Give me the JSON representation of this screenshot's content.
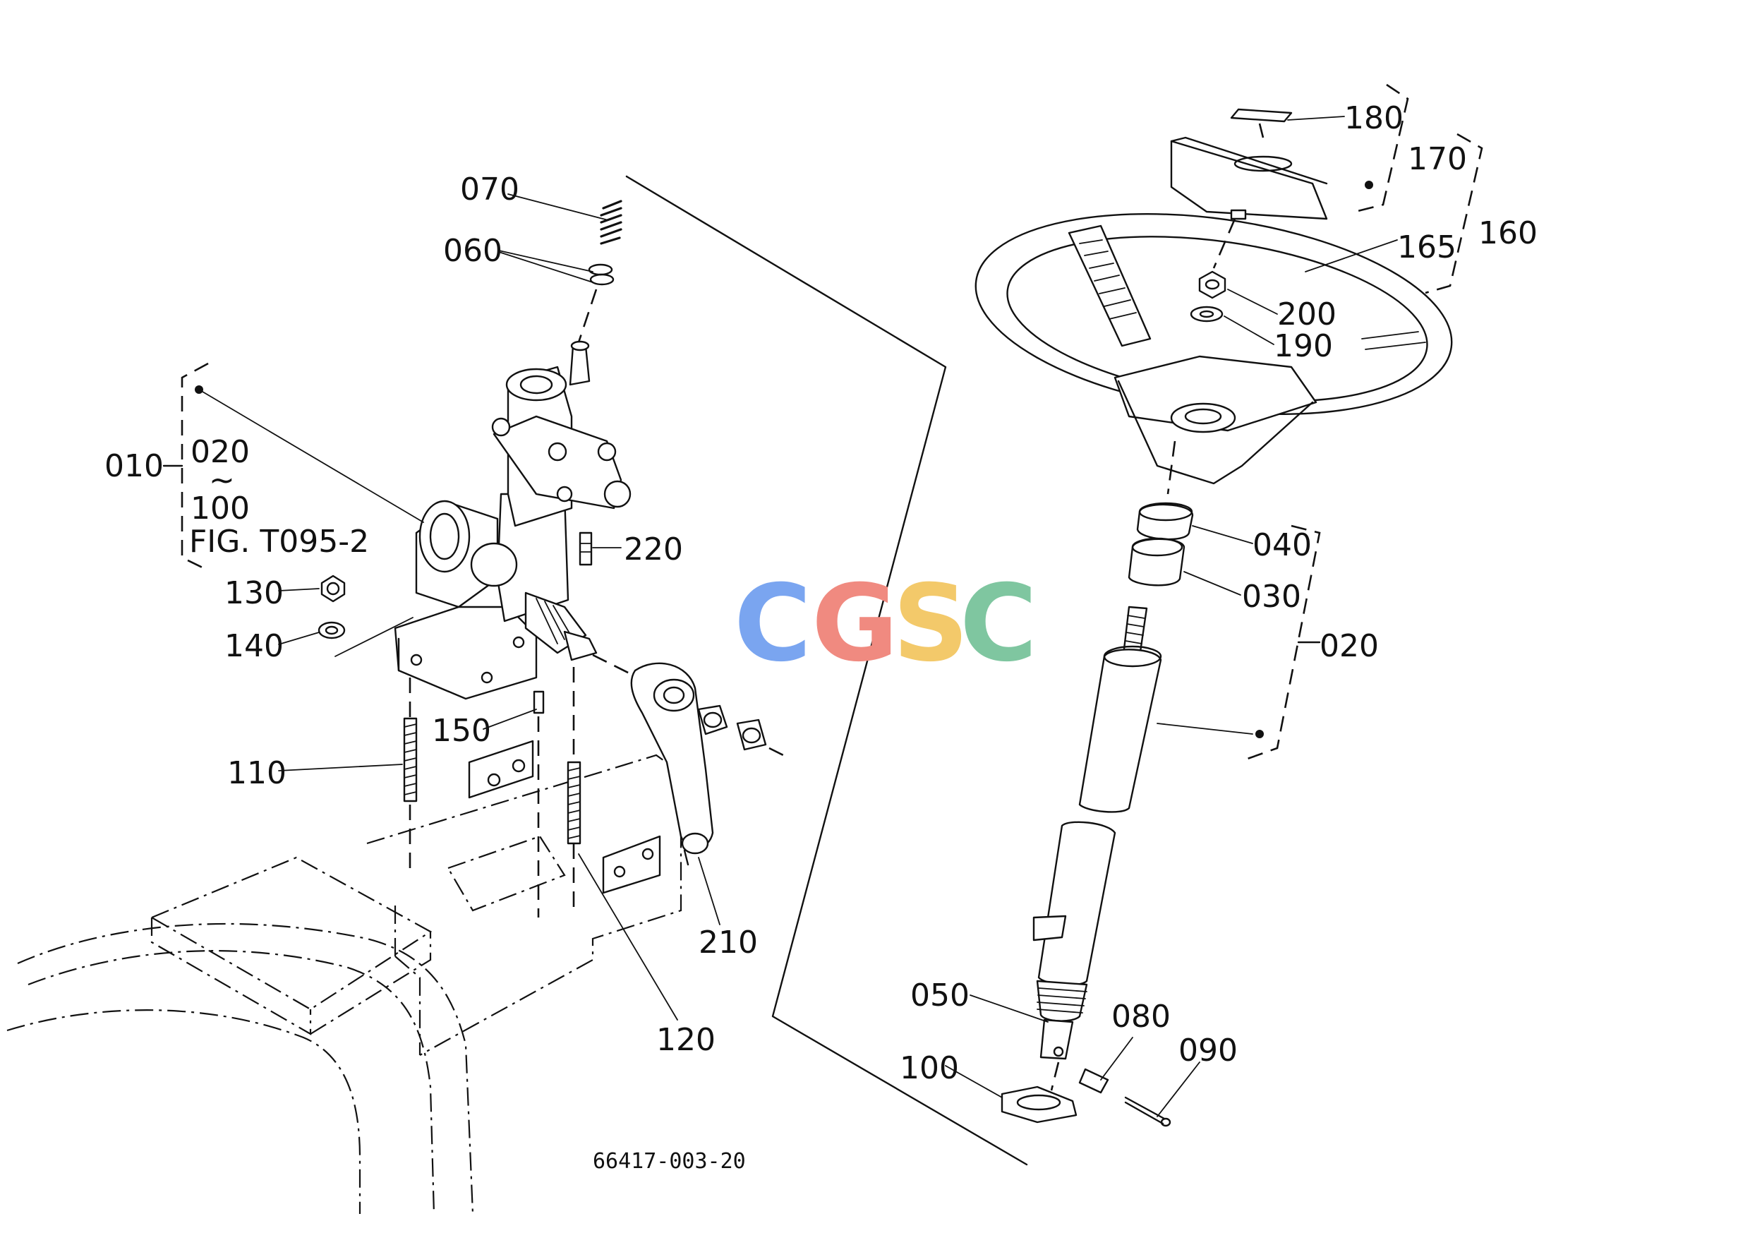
{
  "diagram": {
    "drawing_number": "66417-003-20",
    "watermark": {
      "letters": [
        "C",
        "G",
        "S",
        "C"
      ],
      "colors": [
        "#7aa5f0",
        "#f08a80",
        "#f3c96a",
        "#7fc6a0"
      ]
    },
    "group_labels": {
      "g010": "010",
      "g020_range_start": "020",
      "g020_range_mark": "~",
      "g020_range_end": "100",
      "fig_ref": "FIG. T095-2",
      "g020_column": "020",
      "g160": "160",
      "g170": "170"
    },
    "part_labels": {
      "p030": "030",
      "p040": "040",
      "p050": "050",
      "p060": "060",
      "p070": "070",
      "p080": "080",
      "p090": "090",
      "p100": "100",
      "p110": "110",
      "p120": "120",
      "p130": "130",
      "p140": "140",
      "p150": "150",
      "p165": "165",
      "p180": "180",
      "p190": "190",
      "p200": "200",
      "p210": "210",
      "p220": "220"
    }
  }
}
